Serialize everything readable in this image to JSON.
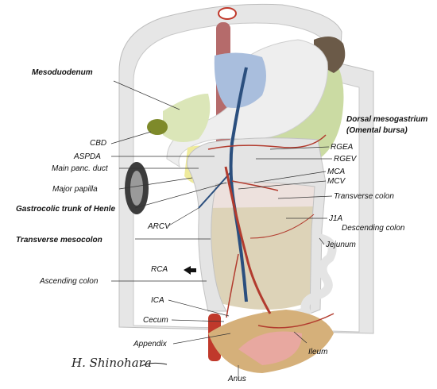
{
  "labels": {
    "mesoduodenum": "Mesoduodenum",
    "dorsal_mesogastrium": "Dorsal mesogastrium",
    "omental_bursa": "(Omental bursa)",
    "cbd": "CBD",
    "aspda": "ASPDA",
    "main_panc_duct": "Main panc. duct",
    "major_papilla": "Major papilla",
    "gastrocolic_trunk": "Gastrocolic trunk of Henle",
    "transverse_mesocolon": "Transverse mesocolon",
    "rgea": "RGEA",
    "rgev": "RGEV",
    "mca": "MCA",
    "mcv": "MCV",
    "transverse_colon": "Transverse colon",
    "j1a": "J1A",
    "descending_colon": "Descending colon",
    "jejunum": "Jejunum",
    "arcv": "ARCV",
    "rca": "RCA",
    "ascending_colon": "Ascending colon",
    "ica": "ICA",
    "cecum": "Cecum",
    "appendix": "Appendix",
    "ileum": "Ileum",
    "anus": "Anus"
  },
  "signature": "H. Shinohara",
  "colors": {
    "body_wall": "#e3e3e3",
    "stomach": "#eeeeee",
    "mesogastrium": "#c9d9a0",
    "pancreas": "#efeb9c",
    "colon": "#e2e2e2",
    "mesocolon": "#ddd3b8",
    "artery": "#b23b2e",
    "vein": "#2b4f7e",
    "aorta": "#b05a5a",
    "spleen": "#6b5a48",
    "gallbladder": "#7e8a2a",
    "portal_region": "#a9bedd",
    "kidney": "#3d3d3d",
    "ileum_region": "#d5b07a"
  }
}
